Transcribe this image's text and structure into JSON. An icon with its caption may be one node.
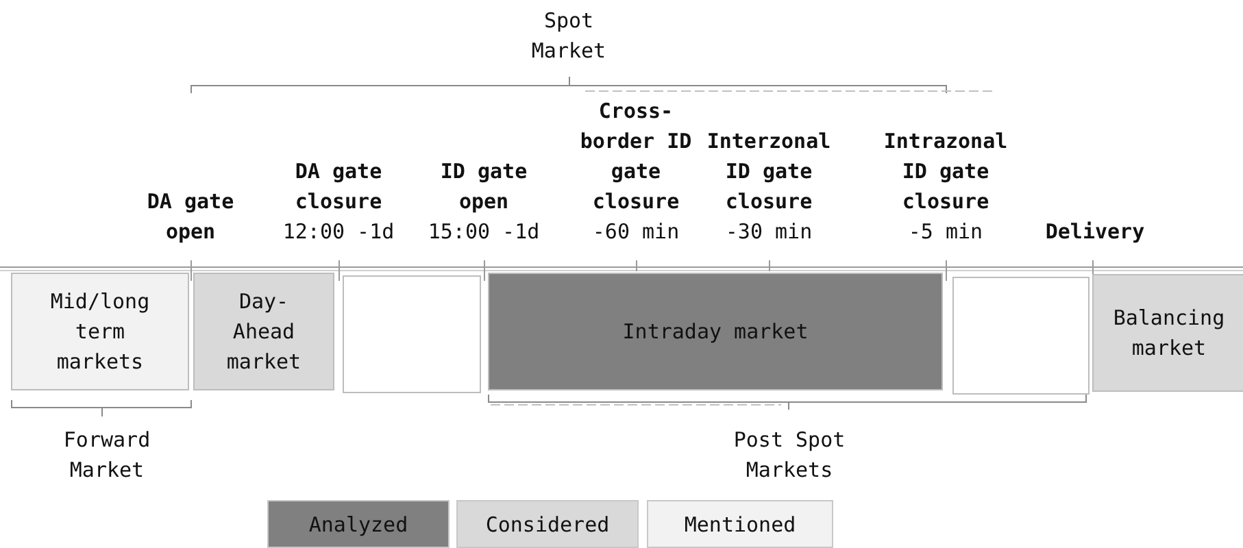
{
  "diagram": {
    "nodes": [
      {
        "text": [
          "Mid/long term markets"
        ]
      },
      {
        "text": [
          "Day-Ahead market"
        ]
      },
      {
        "text": [],
        "shape": "box"
      },
      {
        "text": [
          "Intraday market"
        ]
      },
      {
        "text": [],
        "shape": "box"
      },
      {
        "text": [
          "Balancing market"
        ]
      }
    ],
    "edges": [],
    "labels": [
      "Spot Market",
      "DA gate open",
      "DA gate closure",
      "12:00 -1d",
      "ID gate open",
      "15:00 -1d",
      "Cross-border ID gate closure",
      "-60 min",
      "Interzonal ID gate closure",
      "-30 min",
      "Intrazonal ID gate closure",
      "-5 min",
      "Delivery",
      "Forward Market",
      "Post Spot Markets"
    ],
    "legend": [
      {
        "text": "Analyzed",
        "color": "#808080"
      },
      {
        "text": "Considered",
        "color": "#d9d9d9"
      },
      {
        "text": "Mentioned",
        "color": "#f2f2f2"
      }
    ]
  }
}
